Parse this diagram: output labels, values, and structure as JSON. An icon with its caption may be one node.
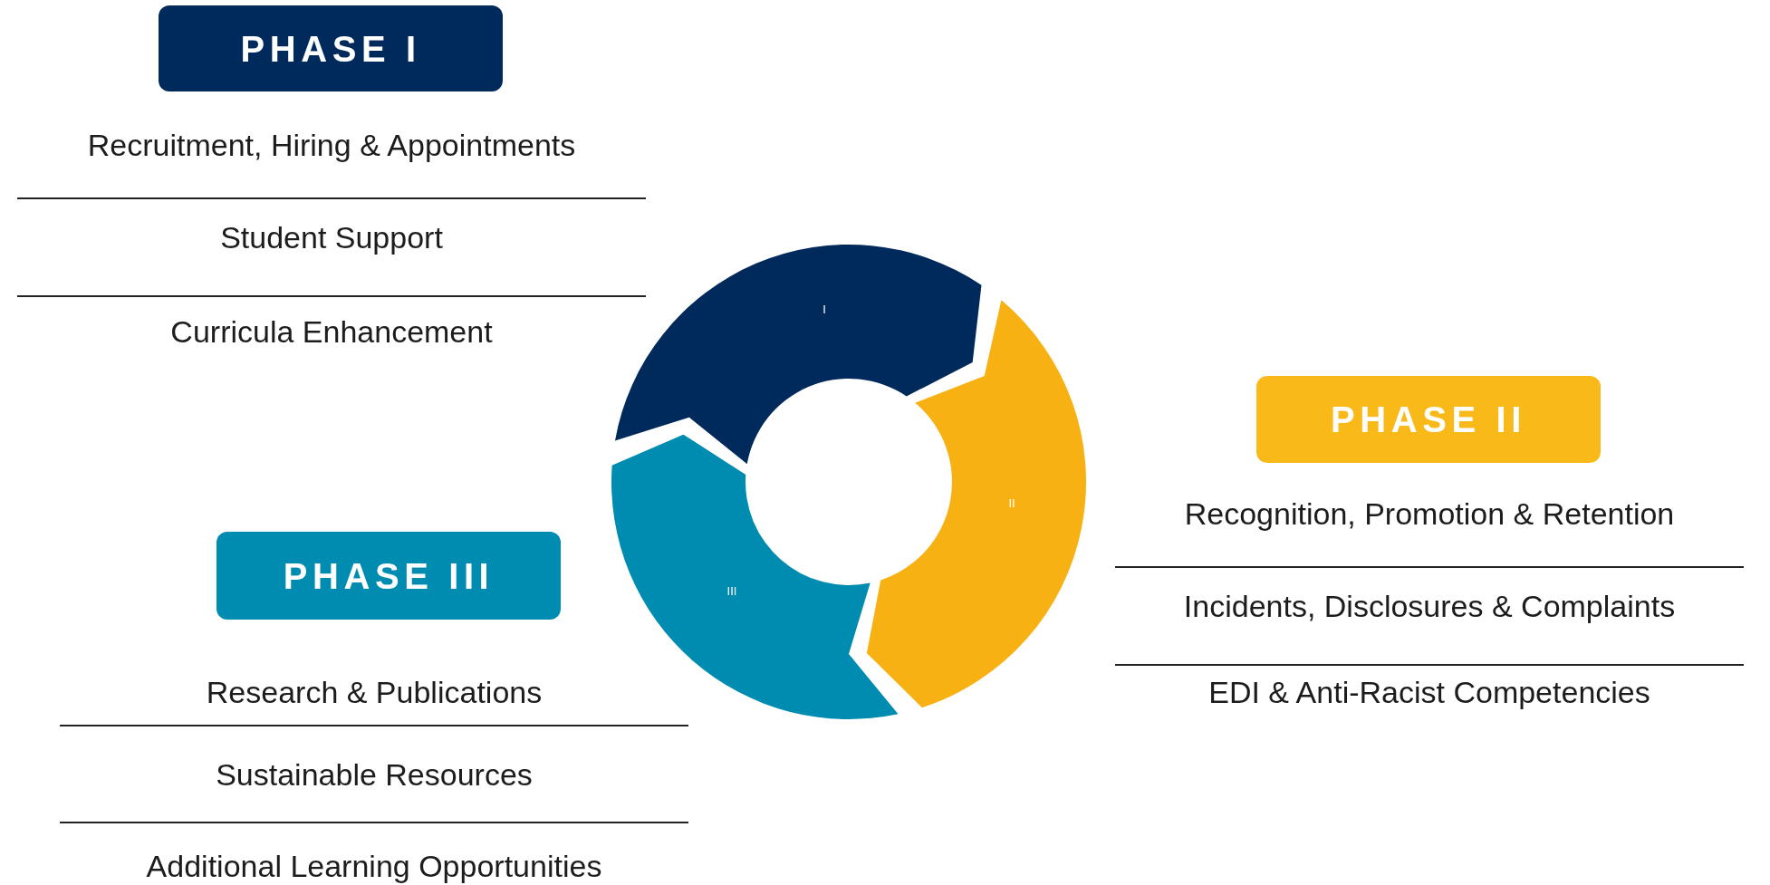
{
  "diagram": {
    "nodes": [
      {
        "text": [
          "PHASE I"
        ]
      },
      {
        "text": [
          "I"
        ]
      },
      {
        "text": [
          "PHASE II"
        ]
      },
      {
        "text": [
          "II"
        ]
      },
      {
        "text": [
          "PHASE III"
        ]
      },
      {
        "text": [
          "III"
        ]
      }
    ],
    "labels": [
      "Recruitment, Hiring & Appointments",
      "Student Support",
      "Curricula Enhancement",
      "Recognition, Promotion & Retention",
      "Incidents, Disclosures & Complaints",
      "EDI & Anti-Racist Competencies",
      "Research & Publications",
      "Sustainable Resources",
      "Additional Learning Opportunities"
    ]
  }
}
